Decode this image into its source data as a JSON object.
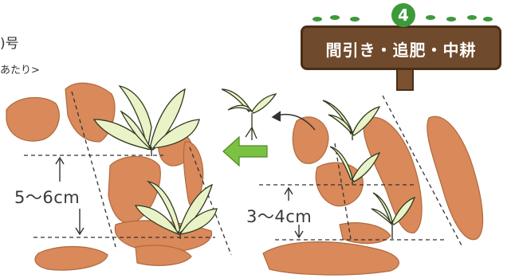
{
  "header_fragment": {
    "line1": ")号",
    "line2": "あたり>"
  },
  "sign": {
    "step_number": "4",
    "title": "間引き・追肥・中耕"
  },
  "measurements": {
    "left": "5〜6cm",
    "right": "3〜4cm"
  },
  "icons": {
    "arrow_left": "thinning-arrow-icon",
    "curved_arrow": "curved-arrow-icon"
  },
  "colors": {
    "soil": "#d9895a",
    "leaf": "#eaf3c8",
    "arrow": "#7cc242",
    "sign_bg": "#6f4a2c",
    "badge": "#3c9a3a"
  }
}
